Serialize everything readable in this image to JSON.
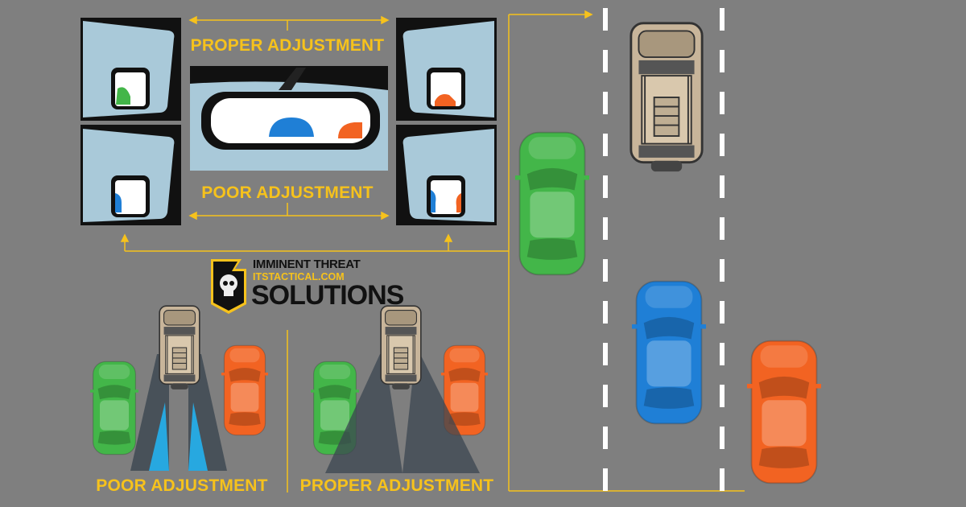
{
  "labels": {
    "top_proper": "PROPER ADJUSTMENT",
    "top_poor": "POOR ADJUSTMENT",
    "bottom_poor": "POOR ADJUSTMENT",
    "bottom_proper": "PROPER ADJUSTMENT"
  },
  "logo": {
    "line1": "IMMINENT THREAT",
    "line2": "ITSTACTICAL.COM",
    "line3": "SOLUTIONS"
  },
  "colors": {
    "background": "#7f7f7f",
    "accent": "#f6c21c",
    "green_car": "#43b649",
    "blue_car": "#1f7fd6",
    "orange_car": "#f26322",
    "suv": "#c8b59a",
    "mirror_glass": "#a9c9d9"
  }
}
